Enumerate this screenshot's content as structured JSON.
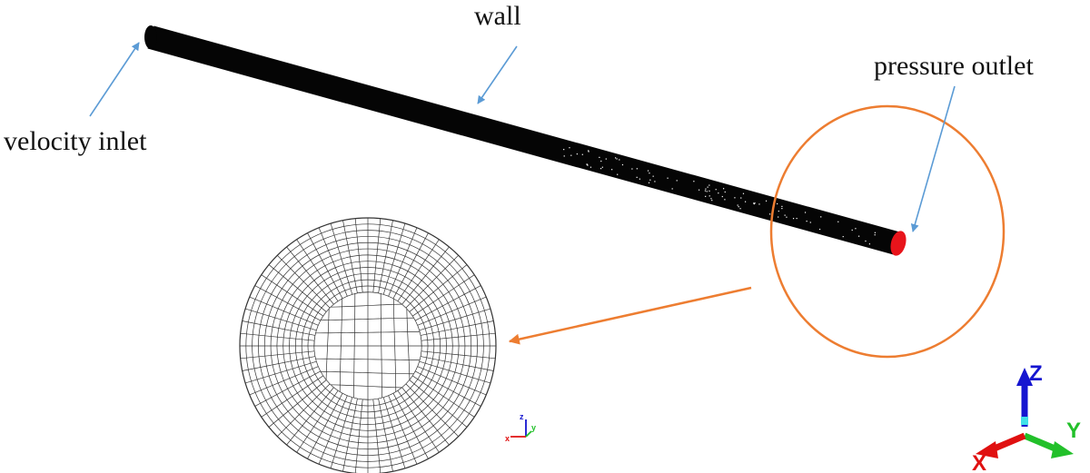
{
  "labels": {
    "wall": "wall",
    "inlet": "velocity inlet",
    "outlet": "pressure outlet"
  },
  "triad_large": {
    "z": "Z",
    "y": "Y",
    "x": "X"
  },
  "triad_small": {
    "z": "z",
    "y": "y",
    "x": "x"
  },
  "colors": {
    "pipe": "#050505",
    "outlet_face": "#e8141b",
    "callout": "#ed7d31",
    "pointer": "#5b9bd5",
    "mesh": "#333333",
    "axis_x": "#e01010",
    "axis_y": "#22c02a",
    "axis_z": "#1515d0",
    "axis_center": "#40e0e8"
  },
  "mesh": {
    "radial_divisions": 12,
    "angular_divisions": 64
  }
}
